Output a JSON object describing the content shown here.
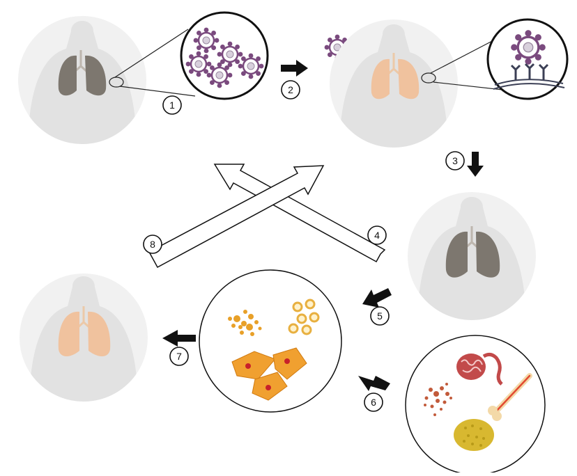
{
  "steps": [
    {
      "label": "1"
    },
    {
      "label": "2"
    },
    {
      "label": "3"
    },
    {
      "label": "4"
    },
    {
      "label": "5"
    },
    {
      "label": "6"
    },
    {
      "label": "7"
    },
    {
      "label": "8"
    }
  ],
  "colors": {
    "panel_bg": "#f1f1f1",
    "body_fill": "#e3e3e3",
    "lung_dark": "#7d776f",
    "lung_peach": "#f0c29e",
    "virus_purple": "#7a4a7e",
    "receptor": "#3b3f55",
    "cell_orange": "#f0a030",
    "nucleus_red": "#c8202a",
    "ring_gold": "#e8b040",
    "clot_red": "#c25a3a",
    "bone": "#f3d9a8",
    "yellow_tissue": "#d8b830",
    "arrow": "#111111"
  },
  "icons": {
    "virus": "coronavirus-icon",
    "receptor": "ace2-receptor-icon",
    "heart": "heart-icon",
    "bone": "bone-icon",
    "cell": "stem-cell-icon"
  }
}
